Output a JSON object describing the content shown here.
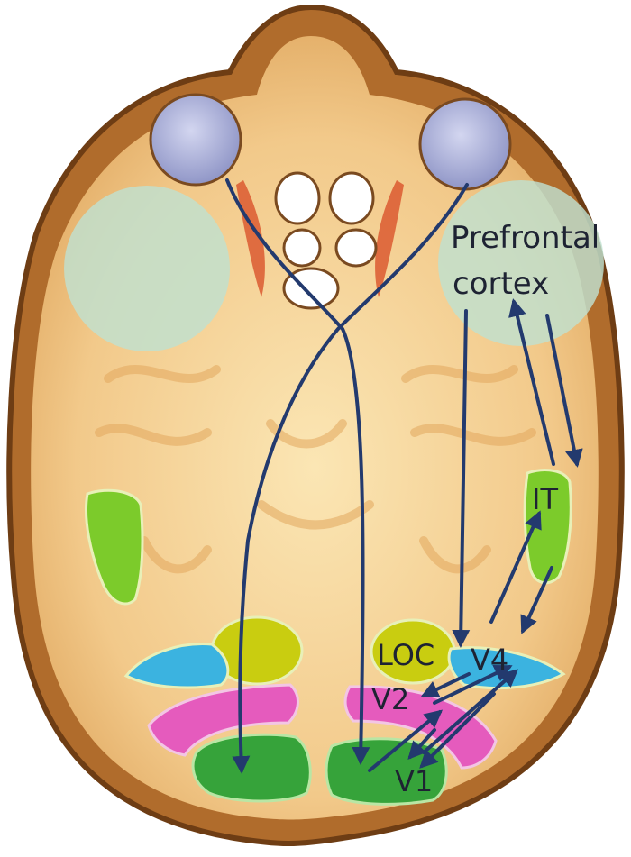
{
  "labels": {
    "prefrontal_line1": "Prefrontal",
    "prefrontal_line2": "cortex",
    "it": "IT",
    "loc": "LOC",
    "v4": "V4",
    "v2": "V2",
    "v1": "V1"
  },
  "colors": {
    "background": "#ffffff",
    "skull": "#b06c2c",
    "skull_dark": "#6e3d14",
    "brain": "#f2c98a",
    "brain_light": "#fbe6b4",
    "eye": "#a9aed8",
    "prefrontal": "#bfe1cf",
    "it_green": "#7ccb2b",
    "v1_green": "#36a33a",
    "loc_yellow": "#c9cd10",
    "v4_blue": "#3bb3e0",
    "v2_magenta": "#e55bbd",
    "arrow": "#233a6e",
    "label_text": "#1e2333"
  }
}
